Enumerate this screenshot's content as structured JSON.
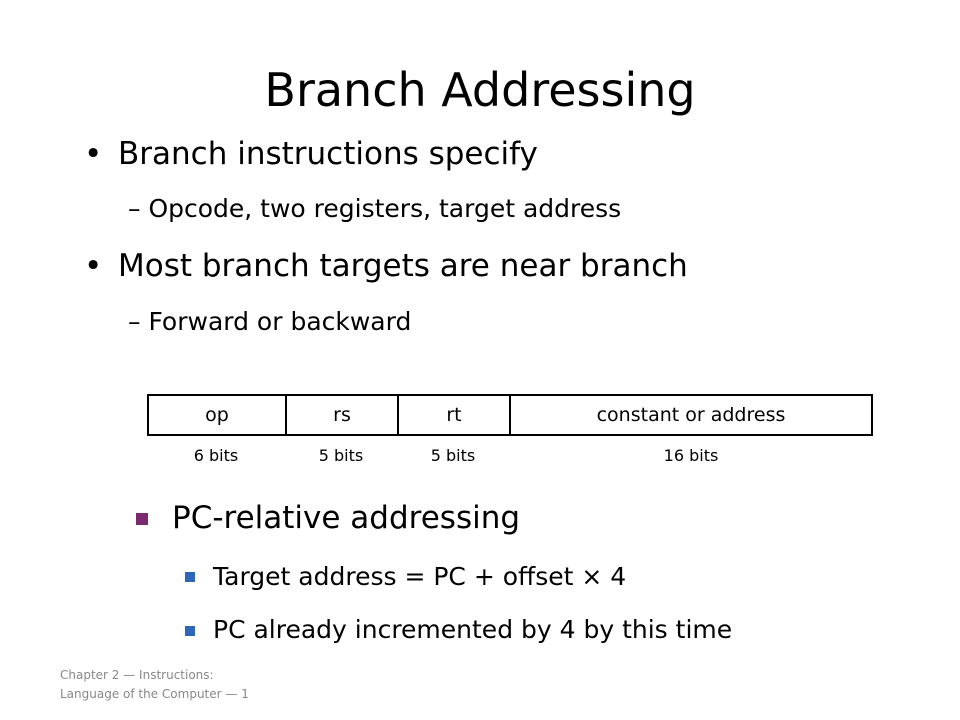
{
  "title": "Branch Addressing",
  "bullets": [
    {
      "text": "Branch instructions specify",
      "sub": "– Opcode, two registers, target address"
    },
    {
      "text": "Most branch targets are near branch",
      "sub": "– Forward or backward"
    }
  ],
  "bullet_glyph": "•",
  "instruction_format": {
    "fields": [
      "op",
      "rs",
      "rt",
      "constant or address"
    ],
    "bits": [
      "6 bits",
      "5 bits",
      "5 bits",
      "16 bits"
    ]
  },
  "pc_relative": {
    "heading": "PC-relative addressing",
    "items": [
      "Target address = PC + offset × 4",
      "PC already incremented by 4 by this time"
    ]
  },
  "colors": {
    "square_bullet": "#7b2a6f",
    "small_square_bullet": "#2e67b8",
    "footer": "#888888"
  },
  "footer": {
    "line1": "Chapter 2 — Instructions:",
    "line2": "Language of the Computer — 1"
  }
}
